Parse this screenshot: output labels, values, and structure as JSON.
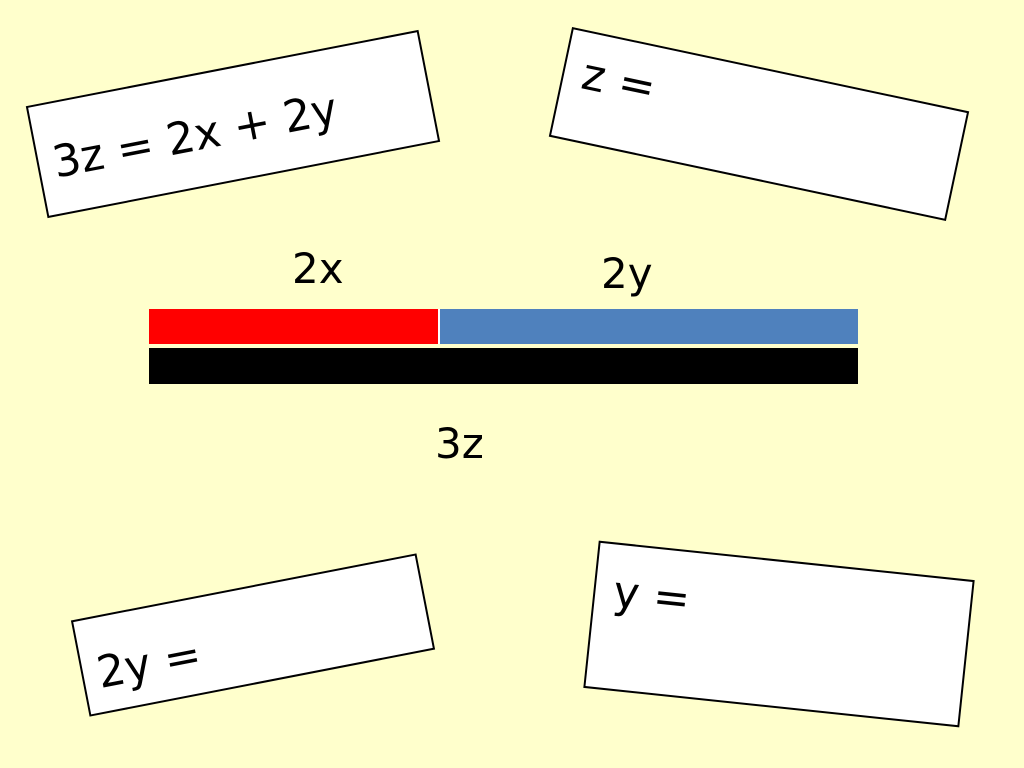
{
  "theme": {
    "background": "#FFFFCC",
    "part_2x_color": "#FF0000",
    "part_2y_color": "#4F81BD",
    "whole_3z_color": "#000000",
    "card_fill": "#FFFFFF",
    "card_border": "#000000"
  },
  "cards": {
    "equation": "3z = 2x + 2y",
    "z_prompt": "z =",
    "two_y_prompt": "2y =",
    "y_prompt": "y ="
  },
  "bar_model": {
    "part_2x_label": "2x",
    "part_2y_label": "2y",
    "whole_label": "3z"
  }
}
